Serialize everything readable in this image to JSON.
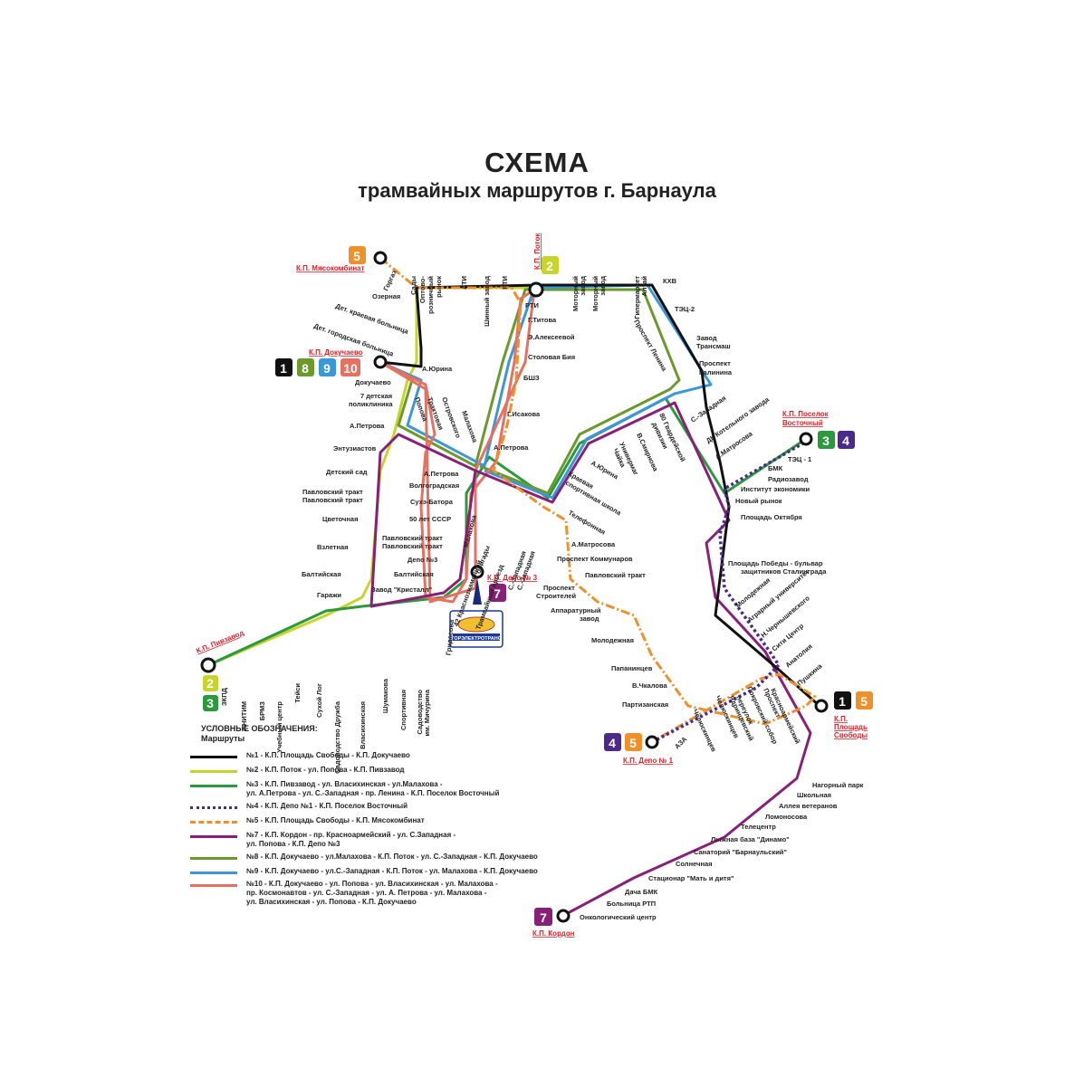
{
  "title": "СХЕМА",
  "subtitle": "трамвайных маршрутов г. Барнаула",
  "colors": {
    "r1": "#111111",
    "r2": "#c8d42a",
    "r3": "#2a9a3c",
    "r4": "#4b2a8c",
    "r5": "#f0902a",
    "r7": "#8a1f7a",
    "r8": "#6a9a2a",
    "r9": "#3a98d8",
    "r10": "#e87060",
    "terminal_label": "#e8202a"
  },
  "terminals": {
    "myasokombinat": "К.П. Мясокомбинат",
    "potok": "К.П. Поток",
    "dokuchaevo": "К.П. Докучаево",
    "poselok_vostochny_1": "К.П. Поселок",
    "poselok_vostochny_2": "Восточный",
    "depo3": "К.П. Депо № 3",
    "pivzavod": "К.П. Пивзавод",
    "depo1": "К.П. Депо № 1",
    "ploshchad_svobody_1": "К.П.",
    "ploshchad_svobody_2": "Площадь",
    "ploshchad_svobody_3": "Свободы",
    "kordon": "К.П. Кордон"
  },
  "badges": {
    "b5_top": "5",
    "b2_potok": "2",
    "b1": "1",
    "b8": "8",
    "b9": "9",
    "b10": "10",
    "b3_vost": "3",
    "b4_vost": "4",
    "b7_depo3": "7",
    "b2_piv": "2",
    "b3_piv": "3",
    "b4_depo1": "4",
    "b5_depo1": "5",
    "b1_svob": "1",
    "b5_svob": "5",
    "b7_kordon": "7"
  },
  "stations": {
    "gorgaz": "Горгаз",
    "sady": "Сады",
    "optovo": "Оптово-",
    "roznichny": "розничный",
    "rynok": "рынок",
    "ati": "АТИ",
    "shinny": "Шинный завод",
    "rti_top": "РТИ",
    "motorny1a": "Моторный",
    "motorny1b": "завод",
    "motorny2a": "Моторный",
    "motorny2b": "завод",
    "gipermarket_a": "Гипермаркет",
    "gipermarket_b": "Алтай",
    "khv": "КХВ",
    "ozernaya": "Озерная",
    "det_kraevaya": "Дет. краевая больница",
    "det_gorodskaya": "Дет. городская больница",
    "a_yurina1": "А.Юрина",
    "rti": "РТИ",
    "g_titova": "Г.Титова",
    "e_alekseevoy": "Э.Алексеевой",
    "stolovaya_biya": "Столовая Бия",
    "bshz": "БШЗ",
    "g_isakova": "Г.Исакова",
    "tec2": "ТЭЦ-2",
    "zavod_a": "Завод",
    "zavod_b": "Трансмаш",
    "prospekt_kalinina_a": "Проспект",
    "prospekt_kalinina_b": "Калинина",
    "prospekt_lenina": "Проспект Ленина",
    "dokuchaevo": "Докучаево",
    "poliklinika_a": "7 детская",
    "poliklinika_b": "поликлиника",
    "a_petrova1": "А.Петрова",
    "entuziastov": "Энтузиастов",
    "detsky_sad": "Детский сад",
    "pavlovsky1a": "Павловский тракт",
    "pavlovsky1b": "Павловский тракт",
    "tsvetochnaya": "Цветочная",
    "vzletnaya": "Взлетная",
    "baltiyskaya1": "Балтийская",
    "garazhi": "Гаражи",
    "popova": "Попова",
    "traktovaya": "Трактовая",
    "ostrovskogo": "Островского",
    "malakhova1": "Малахова",
    "a_petrova2": "А.Петрова",
    "a_petrova3": "А.Петрова",
    "volgogradskaya": "Волгоградская",
    "sukhe_batora": "Сухэ-Батора",
    "50let": "50 лет СССР",
    "pavlovsky2a": "Павловский тракт",
    "pavlovsky2b": "Павловский тракт",
    "depo3st": "Депо №3",
    "baltiyskaya2": "Балтийская",
    "kristall": "Завод \"Кристалл\"",
    "malakhova2": "Малахова",
    "42_kr_a": "42 Краснознаменной",
    "42_kr_b": "бригады",
    "tramvayny": "Трамвайный проезд",
    "s_zapadnaya1": "С.-Западная",
    "s_zapadnaya2": "С.-Западная",
    "gridasova": "Гридасова",
    "s_zapadnaya3": "С.-Западная",
    "dk_kotelnogo": "ДК Котельного завода",
    "a_matrosova1": "А.Матросова",
    "80_gv_a": "80 Гвардейской",
    "80_gv_b": "дивизии",
    "v_smirnova": "В.Смирнова",
    "univer_a": "Универмаг",
    "univer_b": "Чайка",
    "a_yurina2": "А.Юрина",
    "kraevaya_a": "Краевая",
    "kraevaya_b": "спортивная школа",
    "telefonnaya": "Телефонная",
    "a_matrosova2": "А.Матросова",
    "pr_kommunarov": "Проспект Коммунаров",
    "pavlovsky3": "Павловский тракт",
    "pr_stroiteley_a": "Проспект",
    "pr_stroiteley_b": "Строителей",
    "apparaturny_a": "Аппаратурный",
    "apparaturny_b": "завод",
    "molodezhnaya1": "Молодежная",
    "papanintsev": "Папанинцев",
    "v_chkalova": "В.Чкалова",
    "partizanskaya": "Партизанская",
    "bmk": "БМК",
    "tec1": "ТЭЦ - 1",
    "radiozavod": "Радиозавод",
    "institut": "Институт экономики",
    "novy_rynok": "Новый рынок",
    "pl_oktyabrya": "Площадь Октября",
    "pl_pobedy_a": "Площадь Победы - бульвар",
    "pl_pobedy_b": "защитников Сталинграда",
    "molodezhnaya2": "Молодежная",
    "agrarny": "Аграрный университет",
    "n_chernyshevskogo": "Н.Чернышевского",
    "siti": "Сити Центр",
    "anatoliya": "Анатолия",
    "pushkina": "Пушкина",
    "zkpd": "ЗКПД",
    "anitim": "АНИТИМ",
    "brmz": "БРМЗ",
    "uchebny": "Учебный центр",
    "teysi": "Тейси",
    "sukhoy_log": "Сухой Лог",
    "sad_druzhba": "Садоводство Дружба",
    "vlasikhinskaya": "Власихинская",
    "shumakova": "Шумакова",
    "sportivnaya": "Спортивная",
    "sad_michurina_a": "Садоводство",
    "sad_michurina_b": "им. Мичурина",
    "aza": "АЗА",
    "chelyuskintsev1": "Челюскинцев",
    "chelyuskintsev2": "Челюскинцев",
    "yadrintsevsky_a": "Ядринцевский",
    "yadrintsevsky_b": "переулок",
    "pokrovsky": "Покровский собор",
    "pr_krasnoarm_a": "Проспект",
    "pr_krasnoarm_b": "Красноармейский",
    "nagorny": "Нагорный парк",
    "shkolnaya": "Школьная",
    "alleya": "Аллея ветеранов",
    "lomonosova": "Ломоносова",
    "telecentr": "Телецентр",
    "lyzhnaya": "Лыжная база \"Динамо\"",
    "sanatoriy": "Санаторий \"Барнаульский\"",
    "solnechnaya": "Солнечная",
    "stacionar": "Стационар \"Мать и дитя\"",
    "dacha_bmk": "Дача БМК",
    "bolnica_rtp": "Больница РТП",
    "onkologichesky": "Онкологический центр"
  },
  "logo_text": "ГОРЭЛЕКТРОТРАНС",
  "legend": {
    "title1": "УСЛОВНЫЕ ОБОЗНАЧЕНИЯ:",
    "title2": "Маршруты",
    "r1": "№1 - К.П. Площадь Свободы - К.П. Докучаево",
    "r2": "№2 - К.П. Поток - ул. Попова - К.П. Пивзавод",
    "r3": "№3 - К.П. Пивзавод - ул. Власихинская - ул.Малахова -\nул. А.Петрова - ул. С.-Западная - пр. Ленина - К.П. Поселок Восточный",
    "r4": "№4 - К.П. Депо №1 - К.П. Поселок Восточный",
    "r5": "№5 - К.П. Площадь Свободы - К.П. Мясокомбинат",
    "r7": "№7 - К.П. Кордон - пр. Красноармейский - ул. С.Западная -\nул. Попова - К.П. Депо №3",
    "r8": "№8 - К.П. Докучаево - ул.Малахова - К.П. Поток - ул. С.-Западная - К.П. Докучаево",
    "r9": "№9 - К.П. Докучаево - ул.С.-Западная - К.П. Поток - ул. Малахова - К.П. Докучаево",
    "r10": "№10 - К.П. Докучаево - ул. Попова - ул. Власихинская - ул. Малахова -\nпр. Космонавтов - ул. С.-Западная - ул. А. Петрова - ул. Малахова -\nул. Власихинская - ул. Попова - К.П. Докучаево"
  }
}
